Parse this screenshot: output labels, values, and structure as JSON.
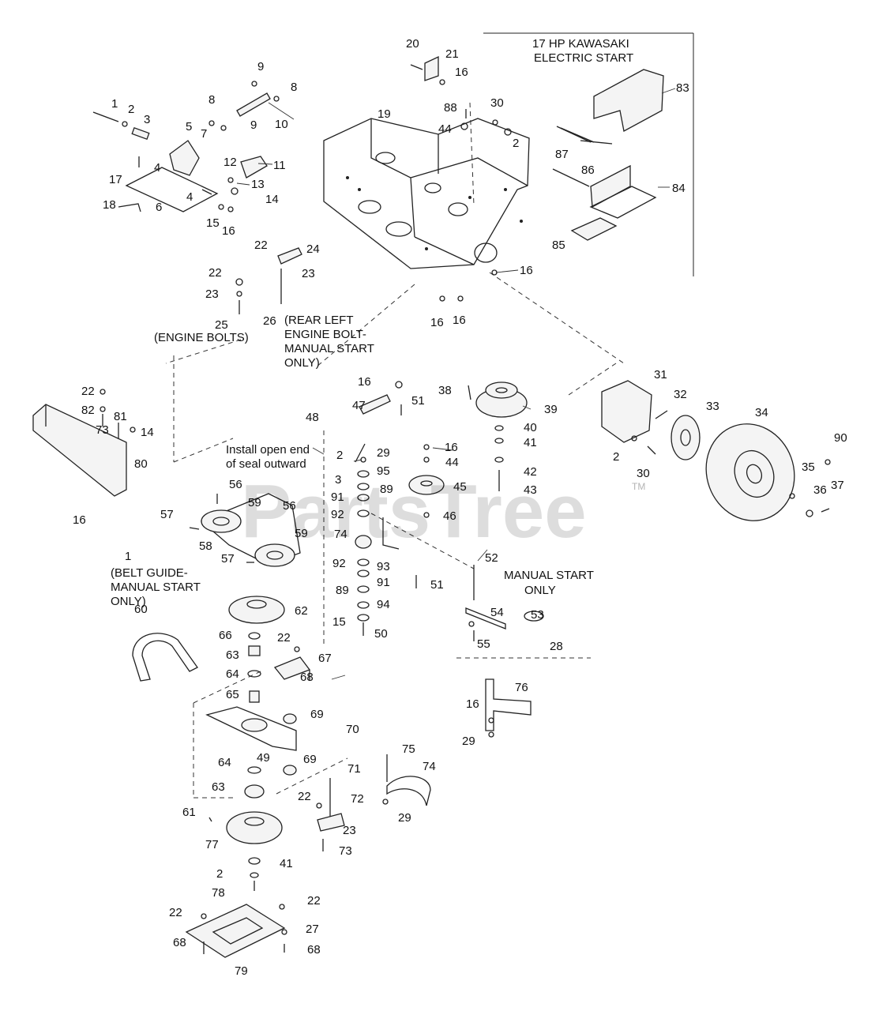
{
  "watermark": {
    "text": "PartsTree",
    "tm": "TM"
  },
  "notes": {
    "kawasaki_1": "17 HP KAWASAKI",
    "kawasaki_2": "ELECTRIC START",
    "engine_bolts": "(ENGINE BOLTS)",
    "rear_left_1": "(REAR LEFT",
    "rear_left_2": "ENGINE BOLT-",
    "rear_left_3": "MANUAL START",
    "rear_left_4": "ONLY)",
    "seal_1": "Install open end",
    "seal_2": "of seal outward",
    "belt_guide_1": "(BELT GUIDE-",
    "belt_guide_2": "MANUAL START",
    "belt_guide_3": "ONLY)",
    "manual_1": "MANUAL START",
    "manual_2": "ONLY"
  },
  "callouts": [
    {
      "id": "c1",
      "text": "1"
    },
    {
      "id": "c2",
      "text": "2"
    },
    {
      "id": "c3",
      "text": "3"
    },
    {
      "id": "c4",
      "text": "4"
    },
    {
      "id": "c5",
      "text": "4"
    },
    {
      "id": "c6",
      "text": "5"
    },
    {
      "id": "c7",
      "text": "6"
    },
    {
      "id": "c8",
      "text": "7"
    },
    {
      "id": "c9",
      "text": "8"
    },
    {
      "id": "c10",
      "text": "8"
    },
    {
      "id": "c11",
      "text": "9"
    },
    {
      "id": "c12",
      "text": "9"
    },
    {
      "id": "c13",
      "text": "10"
    },
    {
      "id": "c14",
      "text": "11"
    },
    {
      "id": "c15",
      "text": "12"
    },
    {
      "id": "c16",
      "text": "13"
    },
    {
      "id": "c17",
      "text": "14"
    },
    {
      "id": "c18",
      "text": "15"
    },
    {
      "id": "c19",
      "text": "16"
    },
    {
      "id": "c20",
      "text": "17"
    },
    {
      "id": "c21",
      "text": "18"
    },
    {
      "id": "c22",
      "text": "19"
    },
    {
      "id": "c23",
      "text": "20"
    },
    {
      "id": "c24",
      "text": "21"
    },
    {
      "id": "c25",
      "text": "16"
    },
    {
      "id": "c26",
      "text": "88"
    },
    {
      "id": "c27",
      "text": "44"
    },
    {
      "id": "c28",
      "text": "30"
    },
    {
      "id": "c29",
      "text": "2"
    },
    {
      "id": "c30",
      "text": "83"
    },
    {
      "id": "c31",
      "text": "87"
    },
    {
      "id": "c32",
      "text": "86"
    },
    {
      "id": "c33",
      "text": "84"
    },
    {
      "id": "c34",
      "text": "85"
    },
    {
      "id": "c35",
      "text": "16"
    },
    {
      "id": "c36",
      "text": "16"
    },
    {
      "id": "c37",
      "text": "16"
    },
    {
      "id": "c38",
      "text": "22"
    },
    {
      "id": "c39",
      "text": "24"
    },
    {
      "id": "c40",
      "text": "23"
    },
    {
      "id": "c41",
      "text": "22"
    },
    {
      "id": "c42",
      "text": "23"
    },
    {
      "id": "c43",
      "text": "25"
    },
    {
      "id": "c44",
      "text": "26"
    },
    {
      "id": "c45",
      "text": "22"
    },
    {
      "id": "c46",
      "text": "82"
    },
    {
      "id": "c47",
      "text": "73"
    },
    {
      "id": "c48",
      "text": "81"
    },
    {
      "id": "c49",
      "text": "14"
    },
    {
      "id": "c50",
      "text": "80"
    },
    {
      "id": "c51",
      "text": "16"
    },
    {
      "id": "c52",
      "text": "47"
    },
    {
      "id": "c53",
      "text": "51"
    },
    {
      "id": "c54",
      "text": "38"
    },
    {
      "id": "c55",
      "text": "39"
    },
    {
      "id": "c56",
      "text": "31"
    },
    {
      "id": "c57",
      "text": "32"
    },
    {
      "id": "c58",
      "text": "33"
    },
    {
      "id": "c59",
      "text": "34"
    },
    {
      "id": "c60",
      "text": "2"
    },
    {
      "id": "c61",
      "text": "30"
    },
    {
      "id": "c62",
      "text": "90"
    },
    {
      "id": "c63",
      "text": "35"
    },
    {
      "id": "c64",
      "text": "36"
    },
    {
      "id": "c65",
      "text": "37"
    },
    {
      "id": "c66",
      "text": "48"
    },
    {
      "id": "c67",
      "text": "2"
    },
    {
      "id": "c68",
      "text": "29"
    },
    {
      "id": "c69",
      "text": "3"
    },
    {
      "id": "c70",
      "text": "95"
    },
    {
      "id": "c71",
      "text": "91"
    },
    {
      "id": "c72",
      "text": "89"
    },
    {
      "id": "c73",
      "text": "92"
    },
    {
      "id": "c74",
      "text": "16"
    },
    {
      "id": "c75",
      "text": "44"
    },
    {
      "id": "c76",
      "text": "40"
    },
    {
      "id": "c77",
      "text": "41"
    },
    {
      "id": "c78",
      "text": "42"
    },
    {
      "id": "c79",
      "text": "43"
    },
    {
      "id": "c80",
      "text": "45"
    },
    {
      "id": "c81",
      "text": "46"
    },
    {
      "id": "c82",
      "text": "56"
    },
    {
      "id": "c83",
      "text": "57"
    },
    {
      "id": "c84",
      "text": "59"
    },
    {
      "id": "c85",
      "text": "56"
    },
    {
      "id": "c86",
      "text": "59"
    },
    {
      "id": "c87",
      "text": "58"
    },
    {
      "id": "c88",
      "text": "57"
    },
    {
      "id": "c89",
      "text": "16"
    },
    {
      "id": "c90",
      "text": "1"
    },
    {
      "id": "c91",
      "text": "74"
    },
    {
      "id": "c92",
      "text": "92"
    },
    {
      "id": "c93",
      "text": "93"
    },
    {
      "id": "c94",
      "text": "91"
    },
    {
      "id": "c95",
      "text": "89"
    },
    {
      "id": "c96",
      "text": "94"
    },
    {
      "id": "c97",
      "text": "15"
    },
    {
      "id": "c98",
      "text": "50"
    },
    {
      "id": "c99",
      "text": "51"
    },
    {
      "id": "c100",
      "text": "52"
    },
    {
      "id": "c101",
      "text": "53"
    },
    {
      "id": "c102",
      "text": "54"
    },
    {
      "id": "c103",
      "text": "55"
    },
    {
      "id": "c104",
      "text": "28"
    },
    {
      "id": "c105",
      "text": "62"
    },
    {
      "id": "c106",
      "text": "60"
    },
    {
      "id": "c107",
      "text": "66"
    },
    {
      "id": "c108",
      "text": "22"
    },
    {
      "id": "c109",
      "text": "63"
    },
    {
      "id": "c110",
      "text": "67"
    },
    {
      "id": "c111",
      "text": "64"
    },
    {
      "id": "c112",
      "text": "68"
    },
    {
      "id": "c113",
      "text": "65"
    },
    {
      "id": "c114",
      "text": "69"
    },
    {
      "id": "c115",
      "text": "70"
    },
    {
      "id": "c116",
      "text": "49"
    },
    {
      "id": "c117",
      "text": "64"
    },
    {
      "id": "c118",
      "text": "69"
    },
    {
      "id": "c119",
      "text": "71"
    },
    {
      "id": "c120",
      "text": "63"
    },
    {
      "id": "c121",
      "text": "22"
    },
    {
      "id": "c122",
      "text": "72"
    },
    {
      "id": "c123",
      "text": "61"
    },
    {
      "id": "c124",
      "text": "23"
    },
    {
      "id": "c125",
      "text": "77"
    },
    {
      "id": "c126",
      "text": "73"
    },
    {
      "id": "c127",
      "text": "41"
    },
    {
      "id": "c128",
      "text": "2"
    },
    {
      "id": "c129",
      "text": "78"
    },
    {
      "id": "c130",
      "text": "22"
    },
    {
      "id": "c131",
      "text": "22"
    },
    {
      "id": "c132",
      "text": "27"
    },
    {
      "id": "c133",
      "text": "68"
    },
    {
      "id": "c134",
      "text": "68"
    },
    {
      "id": "c135",
      "text": "79"
    },
    {
      "id": "c136",
      "text": "76"
    },
    {
      "id": "c137",
      "text": "16"
    },
    {
      "id": "c138",
      "text": "29"
    },
    {
      "id": "c139",
      "text": "75"
    },
    {
      "id": "c140",
      "text": "74"
    },
    {
      "id": "c141",
      "text": "29"
    }
  ]
}
